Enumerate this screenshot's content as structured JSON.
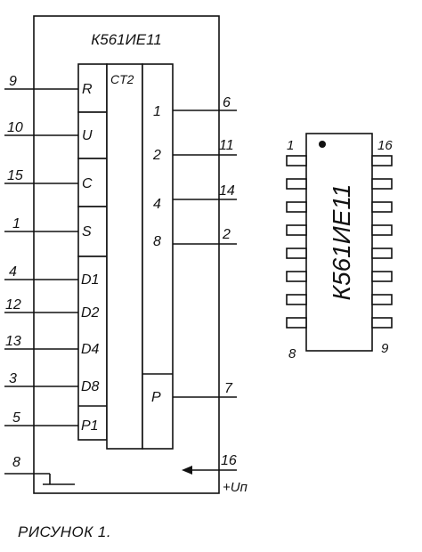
{
  "schematic": {
    "title": "К561ИЕ11",
    "counter_label": "CT2",
    "inputs": [
      {
        "pin": "9",
        "label": "R"
      },
      {
        "pin": "10",
        "label": "U"
      },
      {
        "pin": "15",
        "label": "C"
      },
      {
        "pin": "1",
        "label": "S"
      },
      {
        "pin": "4",
        "label": "D1"
      },
      {
        "pin": "12",
        "label": "D2"
      },
      {
        "pin": "13",
        "label": "D4"
      },
      {
        "pin": "3",
        "label": "D8"
      },
      {
        "pin": "5",
        "label": "P1"
      }
    ],
    "outputs": [
      {
        "pin": "6",
        "label": "1"
      },
      {
        "pin": "11",
        "label": "2"
      },
      {
        "pin": "14",
        "label": "4"
      },
      {
        "pin": "2",
        "label": "8"
      },
      {
        "pin": "7",
        "label": "P"
      }
    ],
    "ground_pin": "8",
    "power_pin": "16",
    "power_label": "+Uп"
  },
  "package": {
    "name": "К561ИЕ11",
    "pin_top_left": "1",
    "pin_top_right": "16",
    "pin_bottom_left": "8",
    "pin_bottom_right": "9"
  },
  "caption": "РИСУНОК 1."
}
